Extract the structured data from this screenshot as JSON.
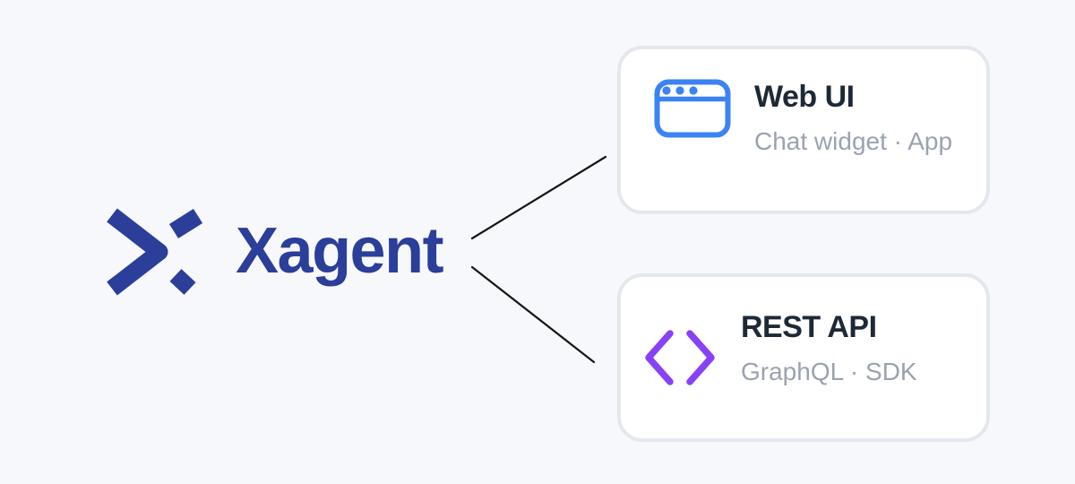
{
  "brand": {
    "name": "Xagent",
    "logo_icon": "xagent-x-mark-icon",
    "color": "#2b3e99"
  },
  "connections": [
    {
      "from": "xagent",
      "to": "web-ui"
    },
    {
      "from": "xagent",
      "to": "rest-api"
    }
  ],
  "cards": [
    {
      "id": "web-ui",
      "icon": "browser-window-icon",
      "icon_color": "#3b82f6",
      "title": "Web UI",
      "subtitle": "Chat widget · App"
    },
    {
      "id": "rest-api",
      "icon": "code-brackets-icon",
      "icon_color": "#8742f5",
      "title": "REST API",
      "subtitle": "GraphQL · SDK"
    }
  ],
  "colors": {
    "background": "#f7f8fb",
    "card_background": "#ffffff",
    "card_border": "#e5e7ee",
    "title_text": "#1e2936",
    "subtitle_text": "#9aa2b1",
    "connector_line": "#161616"
  }
}
